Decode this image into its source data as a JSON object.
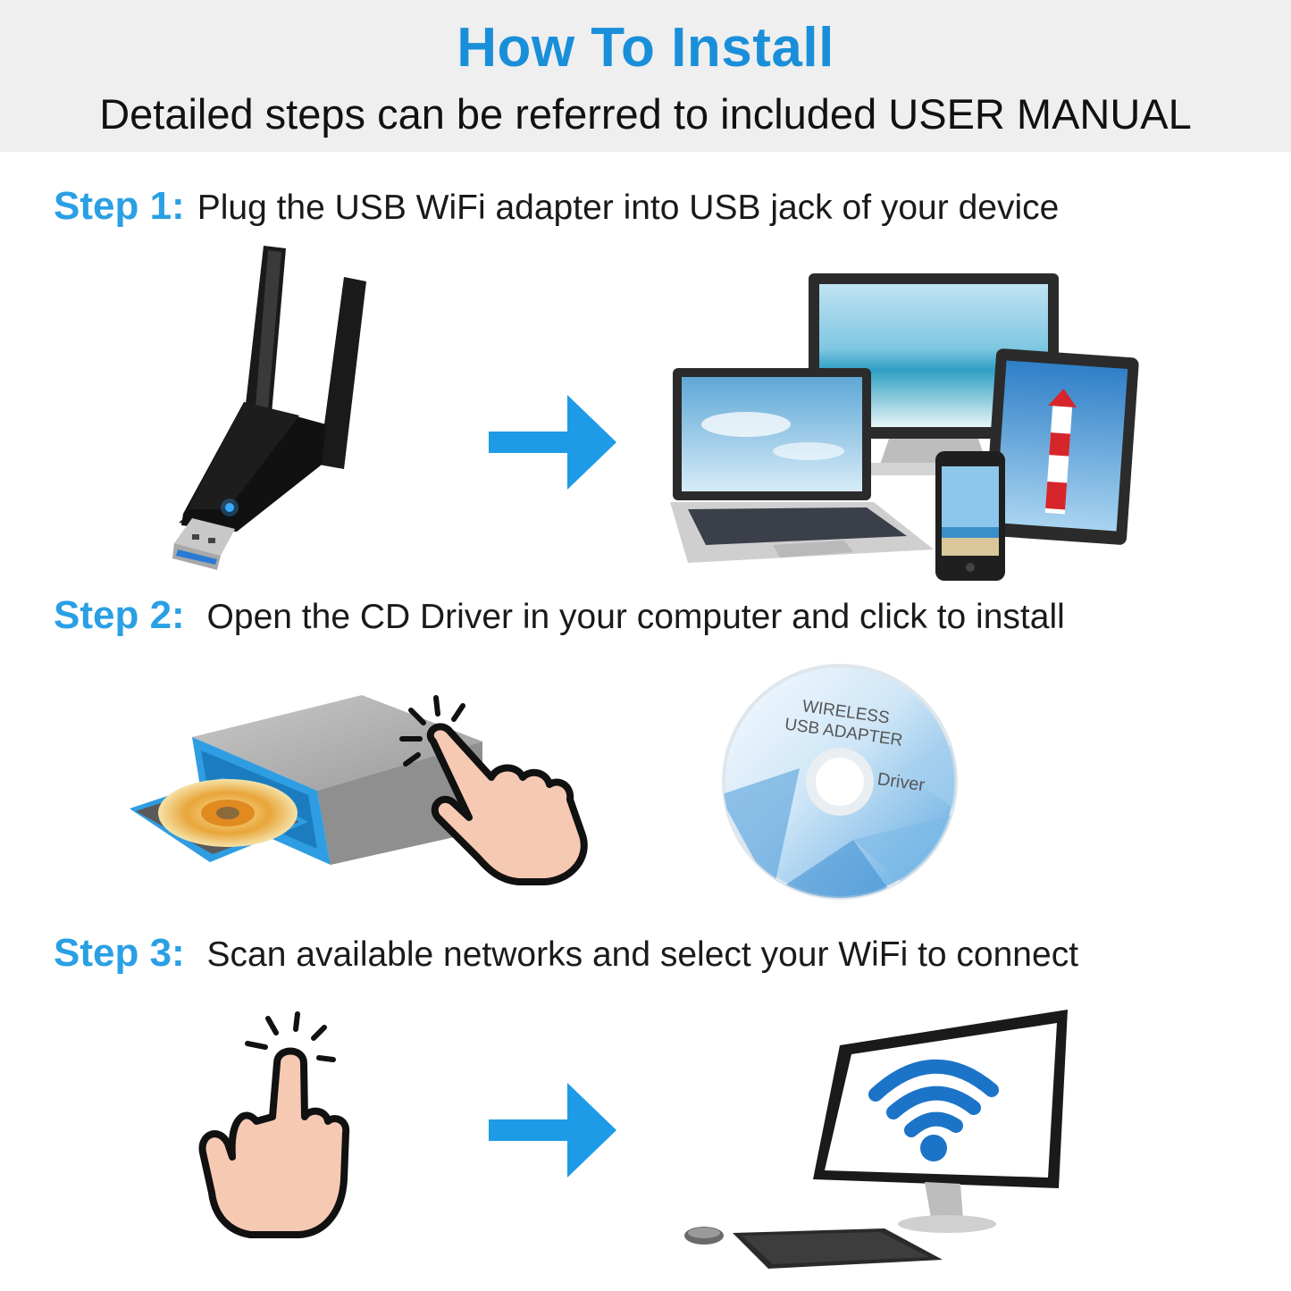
{
  "header": {
    "title": "How To Install",
    "subtitle": "Detailed steps can be referred to included USER MANUAL"
  },
  "steps": [
    {
      "label": "Step 1:",
      "text": "Plug the USB WiFi adapter into USB jack of your device"
    },
    {
      "label": "Step 2:",
      "text": "Open the CD Driver in your computer and click to install"
    },
    {
      "label": "Step 3:",
      "text": "Scan available networks and select your WiFi to connect"
    }
  ],
  "disc": {
    "line1": "WIRELESS",
    "line2": "USB ADAPTER",
    "line3": "Driver"
  },
  "colors": {
    "accent": "#1a8fd9",
    "step_label": "#2aa0e4",
    "arrow": "#1e9be6",
    "header_bg": "#efefef"
  },
  "icons": [
    "usb-wifi-adapter-icon",
    "devices-icon",
    "cd-drive-icon",
    "pointing-hand-icon",
    "driver-disc-icon",
    "arrow-right-icon",
    "desktop-wifi-icon"
  ]
}
